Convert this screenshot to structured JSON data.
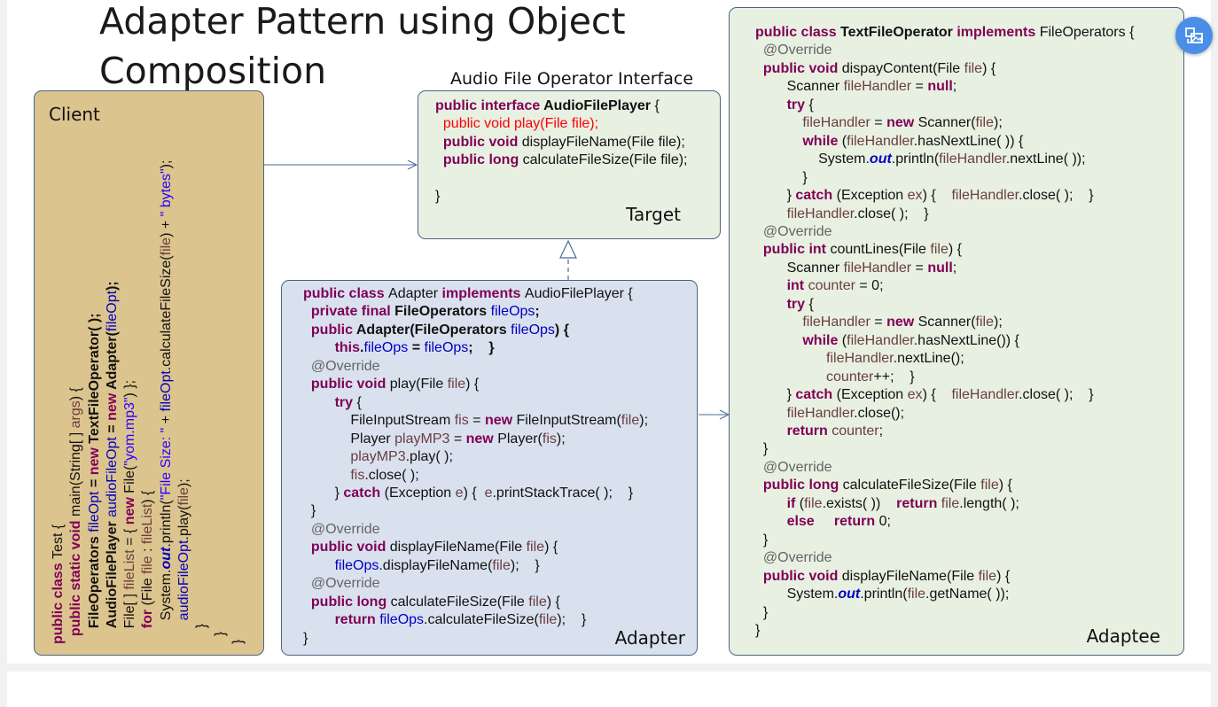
{
  "slide_title": "Adapter Pattern using Object\nComposition",
  "client": {
    "label": "Client",
    "lines": [
      [
        [
          "kw",
          "public class "
        ],
        [
          "",
          "Test {"
        ]
      ],
      [
        [
          "",
          "  "
        ],
        [
          "kw",
          "public static void "
        ],
        [
          "",
          "main(String[ ] "
        ],
        [
          "var",
          "args"
        ],
        [
          "",
          ") {"
        ]
      ],
      [
        [
          "",
          "    "
        ],
        [
          "b",
          "FileOperators "
        ],
        [
          "fld",
          "fileOpt"
        ],
        [
          "b",
          " = "
        ],
        [
          "kw",
          "new "
        ],
        [
          "b",
          "TextFileOperator( );"
        ]
      ],
      [
        [
          "",
          "    "
        ],
        [
          "b",
          "AudioFilePlayer "
        ],
        [
          "fld",
          "audioFileOpt"
        ],
        [
          "b",
          " = "
        ],
        [
          "kw",
          "new "
        ],
        [
          "b",
          "Adapter("
        ],
        [
          "fld",
          "fileOpt"
        ],
        [
          "b",
          ");"
        ]
      ],
      [
        [
          "",
          "    File[ ] "
        ],
        [
          "var",
          "fileList"
        ],
        [
          "",
          " = { "
        ],
        [
          "kw",
          "new "
        ],
        [
          "",
          "File("
        ],
        [
          "str",
          "\"yom.mp3\""
        ],
        [
          "",
          ") };"
        ]
      ],
      [
        [
          "",
          "    "
        ],
        [
          "kw",
          "for "
        ],
        [
          "",
          "(File "
        ],
        [
          "var",
          "file"
        ],
        [
          "",
          " : "
        ],
        [
          "var",
          "fileList"
        ],
        [
          "",
          ") {"
        ]
      ],
      [
        [
          "",
          "      System."
        ],
        [
          "sout",
          "out"
        ],
        [
          "",
          ".println("
        ],
        [
          "str",
          "\"File Size: \""
        ],
        [
          "",
          " + "
        ],
        [
          "fld",
          "fileOpt"
        ],
        [
          "",
          ".calculateFileSize("
        ],
        [
          "var",
          "file"
        ],
        [
          "",
          ") + "
        ],
        [
          "str",
          "\" bytes\""
        ],
        [
          "",
          ");"
        ]
      ],
      [
        [
          "",
          "      "
        ],
        [
          "fld",
          "audioFileOpt"
        ],
        [
          "",
          ".play("
        ],
        [
          "var",
          "file"
        ],
        [
          "",
          ");"
        ]
      ],
      [
        [
          "",
          "    }"
        ]
      ],
      [
        [
          "",
          "  }"
        ]
      ],
      [
        [
          "",
          "}"
        ]
      ]
    ]
  },
  "target": {
    "header": "Audio File Operator Interface",
    "label": "Target",
    "lines": [
      [
        [
          "kw",
          "public interface "
        ],
        [
          "b",
          "AudioFilePlayer"
        ],
        [
          "",
          " {"
        ]
      ],
      [
        [
          "",
          "  "
        ],
        [
          "red",
          "public void "
        ],
        [
          "red",
          "play(File file);"
        ]
      ],
      [
        [
          "",
          "  "
        ],
        [
          "kw",
          "public void "
        ],
        [
          "",
          "displayFileName(File file);"
        ]
      ],
      [
        [
          "",
          "  "
        ],
        [
          "kw",
          "public long "
        ],
        [
          "",
          "calculateFileSize(File file);"
        ]
      ],
      [
        [
          "",
          ""
        ]
      ],
      [
        [
          "",
          "}"
        ]
      ]
    ]
  },
  "adapter": {
    "label": "Adapter",
    "lines": [
      [
        [
          "kw",
          "public class "
        ],
        [
          "",
          "Adapter "
        ],
        [
          "kw",
          "implements "
        ],
        [
          "",
          "AudioFilePlayer {"
        ]
      ],
      [
        [
          "",
          "  "
        ],
        [
          "kw",
          "private final "
        ],
        [
          "b",
          "FileOperators "
        ],
        [
          "fld",
          "fileOps"
        ],
        [
          "b",
          ";"
        ]
      ],
      [
        [
          "",
          "  "
        ],
        [
          "kw",
          "public "
        ],
        [
          "b",
          "Adapter(FileOperators "
        ],
        [
          "fld",
          "fileOps"
        ],
        [
          "b",
          ") {"
        ]
      ],
      [
        [
          "",
          "        "
        ],
        [
          "kw",
          "this"
        ],
        [
          "b",
          "."
        ],
        [
          "fld",
          "fileOps"
        ],
        [
          "b",
          " = "
        ],
        [
          "fld",
          "fileOps"
        ],
        [
          "b",
          ";    }"
        ]
      ],
      [
        [
          "",
          "  "
        ],
        [
          "ann",
          "@Override"
        ]
      ],
      [
        [
          "",
          "  "
        ],
        [
          "kw",
          "public void "
        ],
        [
          "",
          "play(File "
        ],
        [
          "var",
          "file"
        ],
        [
          "",
          ") {"
        ]
      ],
      [
        [
          "",
          "        "
        ],
        [
          "kw",
          "try "
        ],
        [
          "",
          "{"
        ]
      ],
      [
        [
          "",
          "            FileInputStream "
        ],
        [
          "var",
          "fis"
        ],
        [
          "",
          " = "
        ],
        [
          "kw",
          "new "
        ],
        [
          "",
          "FileInputStream("
        ],
        [
          "var",
          "file"
        ],
        [
          "",
          ");"
        ]
      ],
      [
        [
          "",
          "            Player "
        ],
        [
          "var",
          "playMP3"
        ],
        [
          "",
          " = "
        ],
        [
          "kw",
          "new "
        ],
        [
          "",
          "Player("
        ],
        [
          "var",
          "fis"
        ],
        [
          "",
          ");"
        ]
      ],
      [
        [
          "",
          "            "
        ],
        [
          "var",
          "playMP3"
        ],
        [
          "",
          ".play( );"
        ]
      ],
      [
        [
          "",
          "            "
        ],
        [
          "var",
          "fis"
        ],
        [
          "",
          ".close( );"
        ]
      ],
      [
        [
          "",
          "        } "
        ],
        [
          "kw",
          "catch "
        ],
        [
          "",
          "(Exception "
        ],
        [
          "var",
          "e"
        ],
        [
          "",
          ") {  "
        ],
        [
          "var",
          "e"
        ],
        [
          "",
          ".printStackTrace( );    }"
        ]
      ],
      [
        [
          "",
          "  }"
        ]
      ],
      [
        [
          "",
          "  "
        ],
        [
          "ann",
          "@Override"
        ]
      ],
      [
        [
          "",
          "  "
        ],
        [
          "kw",
          "public void "
        ],
        [
          "",
          "displayFileName(File "
        ],
        [
          "var",
          "file"
        ],
        [
          "",
          ") {"
        ]
      ],
      [
        [
          "",
          "        "
        ],
        [
          "fld",
          "fileOps"
        ],
        [
          "",
          ".displayFileName("
        ],
        [
          "var",
          "file"
        ],
        [
          "",
          ");    }"
        ]
      ],
      [
        [
          "",
          "  "
        ],
        [
          "ann",
          "@Override"
        ]
      ],
      [
        [
          "",
          "  "
        ],
        [
          "kw",
          "public long "
        ],
        [
          "",
          "calculateFileSize(File "
        ],
        [
          "var",
          "file"
        ],
        [
          "",
          ") {"
        ]
      ],
      [
        [
          "",
          "        "
        ],
        [
          "kw",
          "return "
        ],
        [
          "fld",
          "fileOps"
        ],
        [
          "",
          ".calculateFileSize("
        ],
        [
          "var",
          "file"
        ],
        [
          "",
          ");    }"
        ]
      ],
      [
        [
          "",
          "}"
        ]
      ]
    ]
  },
  "adaptee": {
    "label": "Adaptee",
    "lines": [
      [
        [
          "kw",
          "public class "
        ],
        [
          "b",
          "TextFileOperator "
        ],
        [
          "kw",
          "implements "
        ],
        [
          "",
          "FileOperators {"
        ]
      ],
      [
        [
          "",
          "  "
        ],
        [
          "ann",
          "@Override"
        ]
      ],
      [
        [
          "",
          "  "
        ],
        [
          "kw",
          "public void "
        ],
        [
          "",
          "dispayContent(File "
        ],
        [
          "var",
          "file"
        ],
        [
          "",
          ") {"
        ]
      ],
      [
        [
          "",
          "        Scanner "
        ],
        [
          "var",
          "fileHandler"
        ],
        [
          "",
          " = "
        ],
        [
          "kw",
          "null"
        ],
        [
          "",
          ";"
        ]
      ],
      [
        [
          "",
          "        "
        ],
        [
          "kw",
          "try "
        ],
        [
          "",
          "{"
        ]
      ],
      [
        [
          "",
          "            "
        ],
        [
          "var",
          "fileHandler"
        ],
        [
          "",
          " = "
        ],
        [
          "kw",
          "new "
        ],
        [
          "",
          "Scanner("
        ],
        [
          "var",
          "file"
        ],
        [
          "",
          ");"
        ]
      ],
      [
        [
          "",
          "            "
        ],
        [
          "kw",
          "while "
        ],
        [
          "",
          "("
        ],
        [
          "var",
          "fileHandler"
        ],
        [
          "",
          ".hasNextLine( )) {"
        ]
      ],
      [
        [
          "",
          "                System."
        ],
        [
          "sout",
          "out"
        ],
        [
          "",
          ".println("
        ],
        [
          "var",
          "fileHandler"
        ],
        [
          "",
          ".nextLine( ));"
        ]
      ],
      [
        [
          "",
          "            }"
        ]
      ],
      [
        [
          "",
          "        } "
        ],
        [
          "kw",
          "catch "
        ],
        [
          "",
          "(Exception "
        ],
        [
          "var",
          "ex"
        ],
        [
          "",
          ") {    "
        ],
        [
          "var",
          "fileHandler"
        ],
        [
          "",
          ".close( );    }"
        ]
      ],
      [
        [
          "",
          "        "
        ],
        [
          "var",
          "fileHandler"
        ],
        [
          "",
          ".close( );    }"
        ]
      ],
      [
        [
          "",
          "  "
        ],
        [
          "ann",
          "@Override"
        ]
      ],
      [
        [
          "",
          "  "
        ],
        [
          "kw",
          "public int "
        ],
        [
          "",
          "countLines(File "
        ],
        [
          "var",
          "file"
        ],
        [
          "",
          ") {"
        ]
      ],
      [
        [
          "",
          "        Scanner "
        ],
        [
          "var",
          "fileHandler"
        ],
        [
          "",
          " = "
        ],
        [
          "kw",
          "null"
        ],
        [
          "",
          ";"
        ]
      ],
      [
        [
          "",
          "        "
        ],
        [
          "kw",
          "int "
        ],
        [
          "var",
          "counter"
        ],
        [
          "",
          " = 0;"
        ]
      ],
      [
        [
          "",
          "        "
        ],
        [
          "kw",
          "try "
        ],
        [
          "",
          "{"
        ]
      ],
      [
        [
          "",
          "            "
        ],
        [
          "var",
          "fileHandler"
        ],
        [
          "",
          " = "
        ],
        [
          "kw",
          "new "
        ],
        [
          "",
          "Scanner("
        ],
        [
          "var",
          "file"
        ],
        [
          "",
          ");"
        ]
      ],
      [
        [
          "",
          "            "
        ],
        [
          "kw",
          "while "
        ],
        [
          "",
          "("
        ],
        [
          "var",
          "fileHandler"
        ],
        [
          "",
          ".hasNextLine()) {"
        ]
      ],
      [
        [
          "",
          "                  "
        ],
        [
          "var",
          "fileHandler"
        ],
        [
          "",
          ".nextLine();"
        ]
      ],
      [
        [
          "",
          "                  "
        ],
        [
          "var",
          "counter"
        ],
        [
          "",
          "++;    }"
        ]
      ],
      [
        [
          "",
          "        } "
        ],
        [
          "kw",
          "catch "
        ],
        [
          "",
          "(Exception "
        ],
        [
          "var",
          "ex"
        ],
        [
          "",
          ") {    "
        ],
        [
          "var",
          "fileHandler"
        ],
        [
          "",
          ".close( );    }"
        ]
      ],
      [
        [
          "",
          "        "
        ],
        [
          "var",
          "fileHandler"
        ],
        [
          "",
          ".close();"
        ]
      ],
      [
        [
          "",
          "        "
        ],
        [
          "kw",
          "return "
        ],
        [
          "var",
          "counter"
        ],
        [
          "",
          ";"
        ]
      ],
      [
        [
          "",
          "  }"
        ]
      ],
      [
        [
          "",
          "  "
        ],
        [
          "ann",
          "@Override"
        ]
      ],
      [
        [
          "",
          "  "
        ],
        [
          "kw",
          "public long "
        ],
        [
          "",
          "calculateFileSize(File "
        ],
        [
          "var",
          "file"
        ],
        [
          "",
          ") {"
        ]
      ],
      [
        [
          "",
          "        "
        ],
        [
          "kw",
          "if "
        ],
        [
          "",
          "("
        ],
        [
          "var",
          "file"
        ],
        [
          "",
          ".exists( ))    "
        ],
        [
          "kw",
          "return "
        ],
        [
          "var",
          "file"
        ],
        [
          "",
          ".length( );"
        ]
      ],
      [
        [
          "",
          "        "
        ],
        [
          "kw",
          "else     return "
        ],
        [
          "",
          "0;"
        ]
      ],
      [
        [
          "",
          "  }"
        ]
      ],
      [
        [
          "",
          "  "
        ],
        [
          "ann",
          "@Override"
        ]
      ],
      [
        [
          "",
          "  "
        ],
        [
          "kw",
          "public void "
        ],
        [
          "",
          "displayFileName(File "
        ],
        [
          "var",
          "file"
        ],
        [
          "",
          ") {"
        ]
      ],
      [
        [
          "",
          "        System."
        ],
        [
          "sout",
          "out"
        ],
        [
          "",
          ".println("
        ],
        [
          "var",
          "file"
        ],
        [
          "",
          ".getName( ));"
        ]
      ],
      [
        [
          "",
          "  }"
        ]
      ],
      [
        [
          "",
          "}"
        ]
      ]
    ]
  },
  "share_button": {
    "icon": "share-image-icon"
  }
}
